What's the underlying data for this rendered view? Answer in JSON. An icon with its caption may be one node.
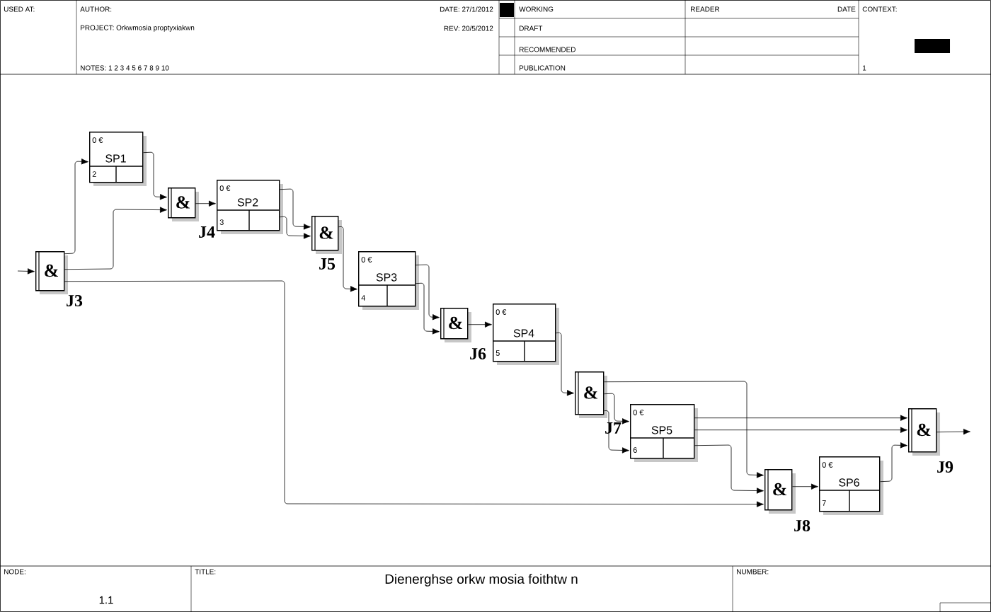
{
  "diagram": {
    "title": "Dienerghse orkw mosia foithtw n",
    "nodes": [
      {
        "text": [
          "&"
        ],
        "beside": [
          "J3"
        ]
      },
      {
        "text": [
          "0 €",
          "SP1",
          "2"
        ]
      },
      {
        "text": [
          "&"
        ],
        "beside": [
          "J4"
        ]
      },
      {
        "text": [
          "0 €",
          "SP2",
          "3"
        ]
      },
      {
        "text": [
          "&"
        ],
        "beside": [
          "J5"
        ]
      },
      {
        "text": [
          "0 €",
          "SP3",
          "4"
        ]
      },
      {
        "text": [
          "&"
        ],
        "beside": [
          "J6"
        ]
      },
      {
        "text": [
          "0 €",
          "SP4",
          "5"
        ]
      },
      {
        "text": [
          "&"
        ],
        "beside": [
          "J7"
        ]
      },
      {
        "text": [
          "0 €",
          "SP5",
          "6"
        ]
      },
      {
        "text": [
          "&"
        ],
        "beside": [
          "J8"
        ]
      },
      {
        "text": [
          "0 €",
          "SP6",
          "7"
        ]
      },
      {
        "text": [
          "&"
        ],
        "beside": [
          "J9"
        ]
      }
    ],
    "edges": [
      {
        "from": null,
        "to": 0,
        "arrow": "to"
      },
      {
        "from": 0,
        "to": 1,
        "arrow": "to"
      },
      {
        "from": 0,
        "to": 2,
        "arrow": "to"
      },
      {
        "from": 0,
        "to": 10,
        "arrow": "to"
      },
      {
        "from": 1,
        "to": 2,
        "arrow": "to"
      },
      {
        "from": 2,
        "to": 3,
        "arrow": "to"
      },
      {
        "from": 3,
        "to": 4,
        "arrow": "to"
      },
      {
        "from": 3,
        "to": 4,
        "arrow": "to"
      },
      {
        "from": 4,
        "to": 5,
        "arrow": "to"
      },
      {
        "from": 5,
        "to": 6,
        "arrow": "to"
      },
      {
        "from": 5,
        "to": 6,
        "arrow": "to"
      },
      {
        "from": 6,
        "to": 7,
        "arrow": "to"
      },
      {
        "from": 7,
        "to": 8,
        "arrow": "to"
      },
      {
        "from": 8,
        "to": 10,
        "arrow": "to"
      },
      {
        "from": 8,
        "to": 9,
        "arrow": "to"
      },
      {
        "from": 8,
        "to": 9,
        "arrow": "to"
      },
      {
        "from": 9,
        "to": 12,
        "arrow": "to"
      },
      {
        "from": 9,
        "to": 12,
        "arrow": "to"
      },
      {
        "from": 9,
        "to": 10,
        "arrow": "to"
      },
      {
        "from": 10,
        "to": 11,
        "arrow": "to"
      },
      {
        "from": 11,
        "to": 12,
        "arrow": "to"
      },
      {
        "from": 12,
        "to": null,
        "arrow": "to"
      }
    ],
    "labels": [
      "USED AT:",
      "AUTHOR:",
      "DATE: 27/1/2012",
      "WORKING",
      "READER",
      "DATE",
      "CONTEXT:",
      "PROJECT:  Orkwmosia proptyxiakwn",
      "REV:  20/5/2012",
      "DRAFT",
      "RECOMMENDED",
      "NOTES:  1  2  3  4  5  6  7  8  9  10",
      "PUBLICATION",
      "1",
      "NODE:",
      "1.1",
      "TITLE:",
      "NUMBER:"
    ]
  }
}
